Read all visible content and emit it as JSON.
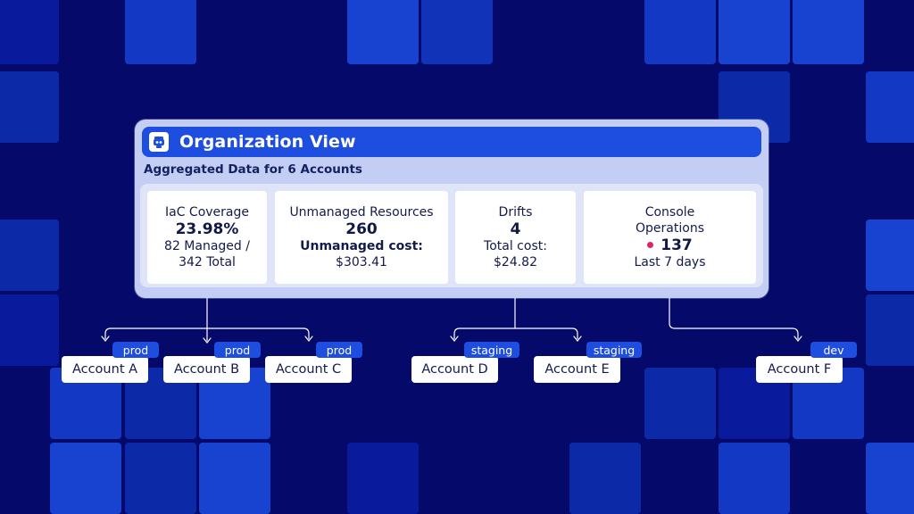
{
  "header": {
    "title": "Organization View",
    "subtitle": "Aggregated Data for 6 Accounts"
  },
  "cards": {
    "iac": {
      "label": "IaC Coverage",
      "value": "23.98%",
      "line1": "82 Managed /",
      "line2": "342 Total"
    },
    "unmanaged": {
      "label": "Unmanaged Resources",
      "value": "260",
      "line1": "Unmanaged cost:",
      "line2": "$303.41"
    },
    "drifts": {
      "label": "Drifts",
      "value": "4",
      "line1": "Total cost:",
      "line2": "$24.82"
    },
    "console": {
      "label1": "Console",
      "label2": "Operations",
      "value": "137",
      "line1": "Last 7 days"
    }
  },
  "accounts": [
    {
      "name": "Account A",
      "env": "prod"
    },
    {
      "name": "Account B",
      "env": "prod"
    },
    {
      "name": "Account C",
      "env": "prod"
    },
    {
      "name": "Account D",
      "env": "staging"
    },
    {
      "name": "Account E",
      "env": "staging"
    },
    {
      "name": "Account F",
      "env": "dev"
    }
  ],
  "colors": {
    "background": "#050a6a",
    "accent": "#1d4ee0",
    "panel": "#c4cdf4",
    "alert_dot": "#e0245e"
  }
}
